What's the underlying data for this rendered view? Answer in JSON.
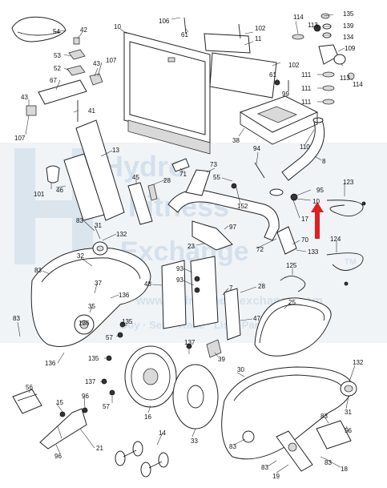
{
  "diagram": {
    "parts": [
      {
        "id": "p54",
        "label": "54"
      },
      {
        "id": "p42",
        "label": "42"
      },
      {
        "id": "p53",
        "label": "53"
      },
      {
        "id": "p52",
        "label": "52"
      },
      {
        "id": "p43a",
        "label": "43"
      },
      {
        "id": "p107a",
        "label": "107"
      },
      {
        "id": "p67",
        "label": "67"
      },
      {
        "id": "p43b",
        "label": "43"
      },
      {
        "id": "p41",
        "label": "41"
      },
      {
        "id": "p107b",
        "label": "107"
      },
      {
        "id": "p10a",
        "label": "10"
      },
      {
        "id": "p106",
        "label": "106"
      },
      {
        "id": "p61a",
        "label": "61"
      },
      {
        "id": "p102a",
        "label": "102"
      },
      {
        "id": "p11",
        "label": "11"
      },
      {
        "id": "p114a",
        "label": "114"
      },
      {
        "id": "p113a",
        "label": "113"
      },
      {
        "id": "p135a",
        "label": "135"
      },
      {
        "id": "p139",
        "label": "139"
      },
      {
        "id": "p134",
        "label": "134"
      },
      {
        "id": "p109",
        "label": "109"
      },
      {
        "id": "p113b",
        "label": "113"
      },
      {
        "id": "p114b",
        "label": "114"
      },
      {
        "id": "p102b",
        "label": "102"
      },
      {
        "id": "p61b",
        "label": "61"
      },
      {
        "id": "p99",
        "label": "99"
      },
      {
        "id": "p111a",
        "label": "111"
      },
      {
        "id": "p111b",
        "label": "111"
      },
      {
        "id": "p111c",
        "label": "111"
      },
      {
        "id": "p38",
        "label": "38"
      },
      {
        "id": "p110",
        "label": "110"
      },
      {
        "id": "p8",
        "label": "8"
      },
      {
        "id": "p13",
        "label": "13"
      },
      {
        "id": "p101",
        "label": "101"
      },
      {
        "id": "p46",
        "label": "46"
      },
      {
        "id": "p45",
        "label": "45"
      },
      {
        "id": "p28a",
        "label": "28"
      },
      {
        "id": "p71",
        "label": "71"
      },
      {
        "id": "p73",
        "label": "73"
      },
      {
        "id": "p55",
        "label": "55"
      },
      {
        "id": "p94",
        "label": "94"
      },
      {
        "id": "p95",
        "label": "95"
      },
      {
        "id": "p10b",
        "label": "10"
      },
      {
        "id": "p123",
        "label": "123"
      },
      {
        "id": "p152",
        "label": "152"
      },
      {
        "id": "p17",
        "label": "17"
      },
      {
        "id": "p83a",
        "label": "83"
      },
      {
        "id": "p31a",
        "label": "31"
      },
      {
        "id": "p132a",
        "label": "132"
      },
      {
        "id": "p97",
        "label": "97"
      },
      {
        "id": "p23",
        "label": "23"
      },
      {
        "id": "p72",
        "label": "72"
      },
      {
        "id": "p70",
        "label": "70"
      },
      {
        "id": "p124",
        "label": "124"
      },
      {
        "id": "p133",
        "label": "133"
      },
      {
        "id": "p83b",
        "label": "83"
      },
      {
        "id": "p32",
        "label": "32"
      },
      {
        "id": "p37",
        "label": "37"
      },
      {
        "id": "p93a",
        "label": "93"
      },
      {
        "id": "p125",
        "label": "125"
      },
      {
        "id": "p48",
        "label": "48"
      },
      {
        "id": "p93b",
        "label": "93"
      },
      {
        "id": "p7",
        "label": "7"
      },
      {
        "id": "p28b",
        "label": "28"
      },
      {
        "id": "p136a",
        "label": "136"
      },
      {
        "id": "p35",
        "label": "35"
      },
      {
        "id": "p25",
        "label": "25"
      },
      {
        "id": "p83c",
        "label": "83"
      },
      {
        "id": "p136b",
        "label": "136"
      },
      {
        "id": "p47",
        "label": "47"
      },
      {
        "id": "p135b",
        "label": "135"
      },
      {
        "id": "p57a",
        "label": "57"
      },
      {
        "id": "p137a",
        "label": "137"
      },
      {
        "id": "p135c",
        "label": "135"
      },
      {
        "id": "p39",
        "label": "39"
      },
      {
        "id": "p136c",
        "label": "136"
      },
      {
        "id": "p137b",
        "label": "137"
      },
      {
        "id": "p57b",
        "label": "57"
      },
      {
        "id": "p16",
        "label": "16"
      },
      {
        "id": "p30",
        "label": "30"
      },
      {
        "id": "p132b",
        "label": "132"
      },
      {
        "id": "p56a",
        "label": "56"
      },
      {
        "id": "p15",
        "label": "15"
      },
      {
        "id": "p96a",
        "label": "96"
      },
      {
        "id": "p96b",
        "label": "96"
      },
      {
        "id": "p21",
        "label": "21"
      },
      {
        "id": "p33",
        "label": "33"
      },
      {
        "id": "p14",
        "label": "14"
      },
      {
        "id": "p31b",
        "label": "31"
      },
      {
        "id": "p83d",
        "label": "83"
      },
      {
        "id": "p56b",
        "label": "56"
      },
      {
        "id": "p83e",
        "label": "83"
      },
      {
        "id": "p83f",
        "label": "83"
      },
      {
        "id": "p18",
        "label": "18"
      },
      {
        "id": "p19",
        "label": "19"
      },
      {
        "id": "p83g",
        "label": "83"
      }
    ]
  },
  "watermark": {
    "brand_line1": "Hydro",
    "brand_line2": "Fitness",
    "brand_line3": "Exchange",
    "tm": "TM",
    "url": "www.hydrofitnessexchange.com",
    "tagline": "Buy · Sell · Trade · List · Part Manuals"
  },
  "colors": {
    "line": "#222222",
    "highlight_arrow": "#e02020",
    "watermark": "#8fb0d0"
  }
}
